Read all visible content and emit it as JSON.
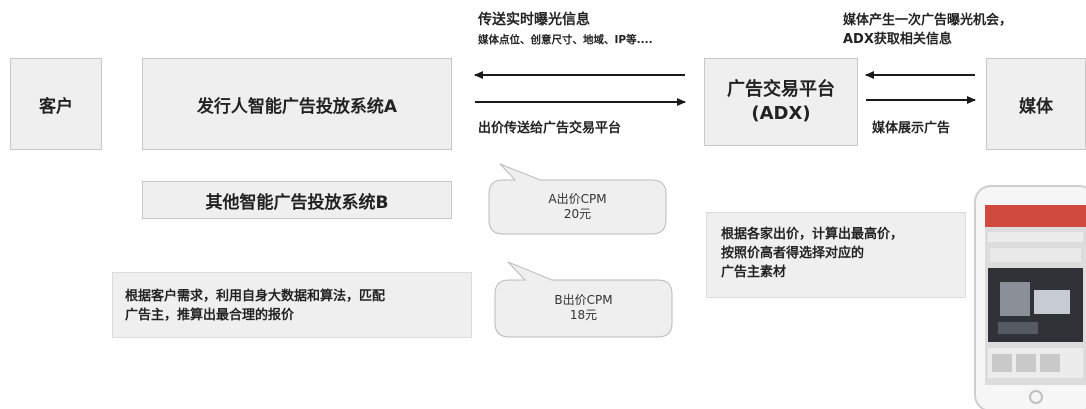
{
  "boxes": {
    "customer": "客户",
    "publisher_a": "发行人智能广告投放系统A",
    "adx_line1": "广告交易平台",
    "adx_line2": "(ADX)",
    "media": "媒体",
    "other_b": "其他智能广告投放系统B"
  },
  "annotations": {
    "send_info_title": "传送实时曝光信息",
    "send_info_detail": "媒体点位、创意尺寸、地域、IP等....",
    "media_opportunity_line1": "媒体产生一次广告曝光机会，",
    "media_opportunity_line2": "ADX获取相关信息",
    "bid_send": "出价传送给广告交易平台",
    "media_display": "媒体展示广告"
  },
  "bubbles": [
    {
      "line1": "A出价CPM",
      "line2": "20元"
    },
    {
      "line1": "B出价CPM",
      "line2": "18元"
    }
  ],
  "notes": {
    "adx_calc": [
      "根据各家出价，计算出最高价，",
      "按照价高者得选择对应的",
      "广告主素材"
    ],
    "matching": [
      "根据客户需求，利用自身大数据和算法，匹配",
      "广告主，推算出最合理的报价"
    ]
  }
}
